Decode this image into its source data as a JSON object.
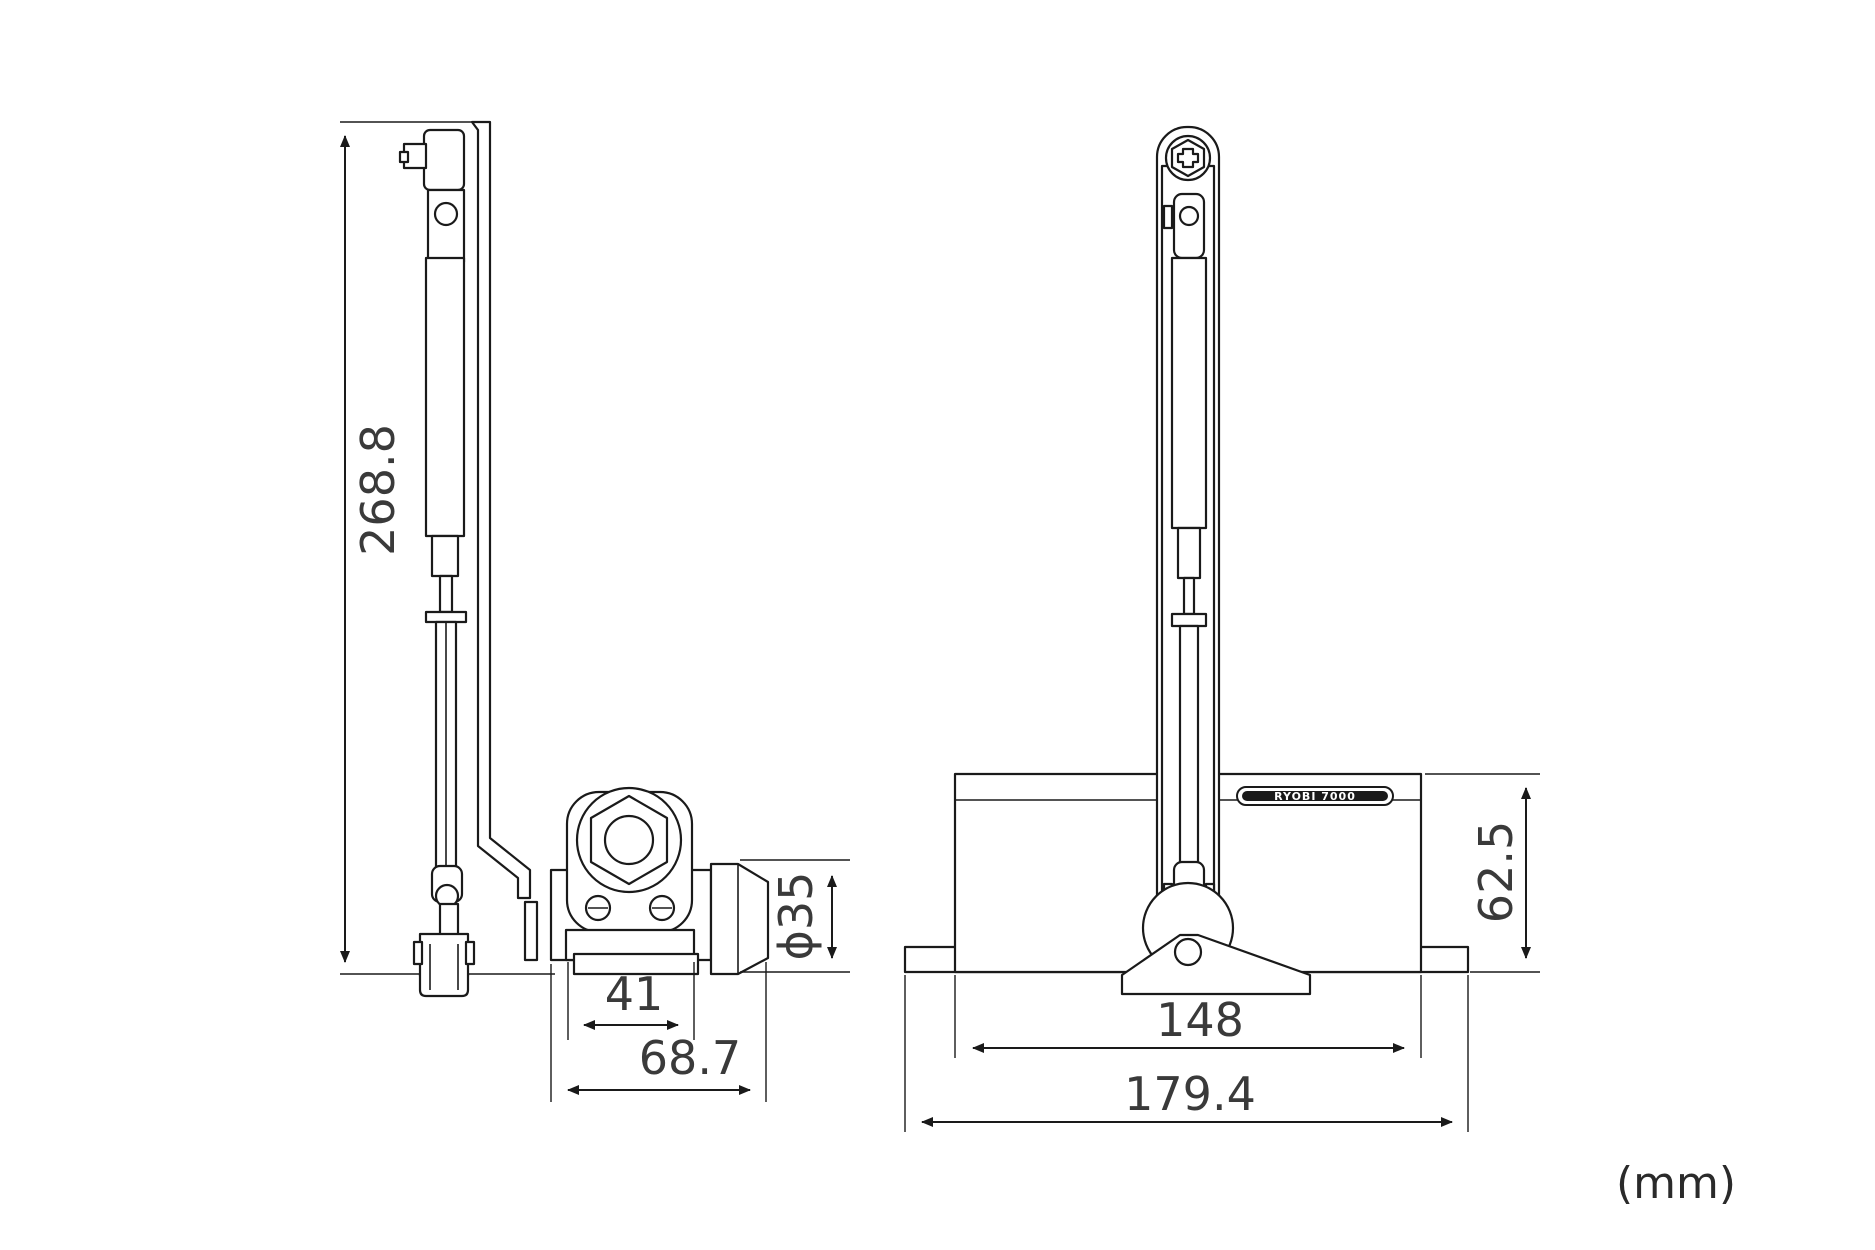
{
  "side_view": {
    "dimensions": {
      "height": "268.8",
      "shoe_width": "41",
      "body_depth": "68.7",
      "diameter": "ϕ35"
    }
  },
  "front_view": {
    "brand_plate": "RYOBI 7000",
    "dimensions": {
      "body_length": "148",
      "overall_length": "179.4",
      "body_height": "62.5"
    }
  },
  "unit_label": "(mm)",
  "colors": {
    "line": "#1a1a1a",
    "dimension_text": "#3a3a3a"
  }
}
